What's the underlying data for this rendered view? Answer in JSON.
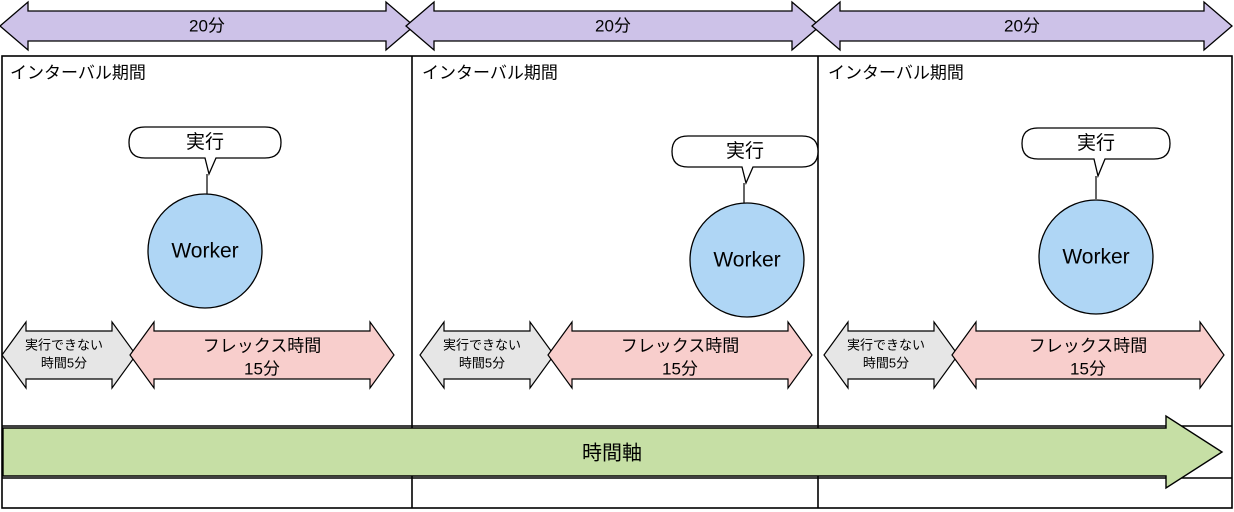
{
  "diagram": {
    "title_axis_label": "時間軸",
    "colors": {
      "purple_fill": "#cdc2e8",
      "purple_stroke": "#000000",
      "blue_fill": "#afd6f5",
      "blue_stroke": "#000000",
      "pink_fill": "#f8cecc",
      "pink_stroke": "#000000",
      "gray_fill": "#e6e6e6",
      "gray_stroke": "#000000",
      "green_fill": "#c6dfa5",
      "green_stroke": "#000000",
      "table_stroke": "#000000",
      "callout_fill": "#ffffff"
    },
    "top_arrows": [
      {
        "label": "20分"
      },
      {
        "label": "20分"
      },
      {
        "label": "20分"
      }
    ],
    "columns": [
      {
        "header": "インターバル期間",
        "callout_label": "実行",
        "worker_label": "Worker",
        "blocked_label_line1": "実行できない",
        "blocked_label_line2": "時間5分",
        "flex_label_line1": "フレックス時間",
        "flex_label_line2": "15分"
      },
      {
        "header": "インターバル期間",
        "callout_label": "実行",
        "worker_label": "Worker",
        "blocked_label_line1": "実行できない",
        "blocked_label_line2": "時間5分",
        "flex_label_line1": "フレックス時間",
        "flex_label_line2": "15分"
      },
      {
        "header": "インターバル期間",
        "callout_label": "実行",
        "worker_label": "Worker",
        "blocked_label_line1": "実行できない",
        "blocked_label_line2": "時間5分",
        "flex_label_line1": "フレックス時間",
        "flex_label_line2": "15分"
      }
    ]
  }
}
